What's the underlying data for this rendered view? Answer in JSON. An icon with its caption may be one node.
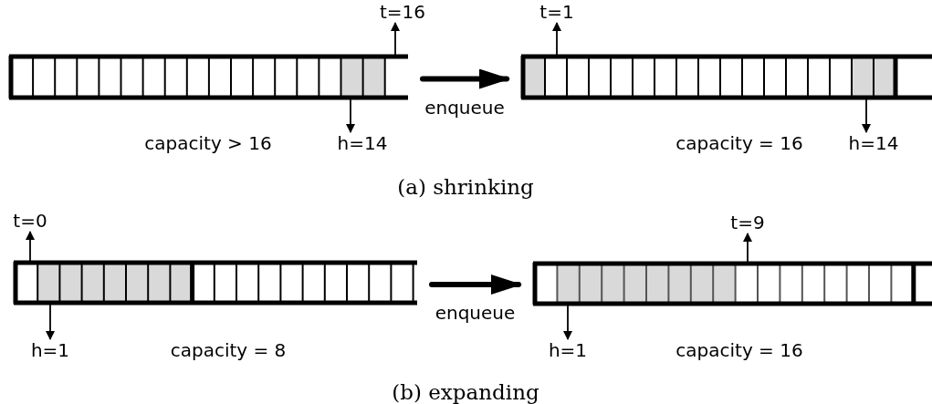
{
  "diagram": {
    "nodes": [
      {
        "text": [],
        "shape": "bar",
        "beside": [
          "capacity > 16"
        ]
      },
      {
        "text": [
          "t=16"
        ]
      },
      {
        "text": [
          "h=14"
        ]
      },
      {
        "text": [],
        "shape": "bar",
        "beside": [
          "capacity = 16"
        ]
      },
      {
        "text": [
          "t=1"
        ]
      },
      {
        "text": [
          "h=14"
        ]
      },
      {
        "text": [],
        "shape": "bar",
        "beside": [
          "capacity = 8"
        ]
      },
      {
        "text": [
          "t=0"
        ]
      },
      {
        "text": [
          "h=1"
        ]
      },
      {
        "text": [],
        "shape": "bar",
        "beside": [
          "capacity = 16"
        ]
      },
      {
        "text": [
          "t=9"
        ]
      },
      {
        "text": [
          "h=1"
        ]
      }
    ],
    "edges": [
      {
        "from": 0,
        "to": 1,
        "arrow": "to"
      },
      {
        "from": 0,
        "to": 2,
        "arrow": "to"
      },
      {
        "from": 0,
        "to": 3,
        "arrow": "to",
        "label": "enqueue",
        "style": "thick"
      },
      {
        "from": 3,
        "to": 4,
        "arrow": "to"
      },
      {
        "from": 3,
        "to": 5,
        "arrow": "to"
      },
      {
        "from": 6,
        "to": 7,
        "arrow": "to"
      },
      {
        "from": 6,
        "to": 8,
        "arrow": "to"
      },
      {
        "from": 6,
        "to": 9,
        "arrow": "to",
        "label": "enqueue",
        "style": "thick"
      },
      {
        "from": 9,
        "to": 10,
        "arrow": "to"
      },
      {
        "from": 9,
        "to": 11,
        "arrow": "to"
      }
    ],
    "labels": [
      "(a) shrinking",
      "(b) expanding"
    ]
  }
}
